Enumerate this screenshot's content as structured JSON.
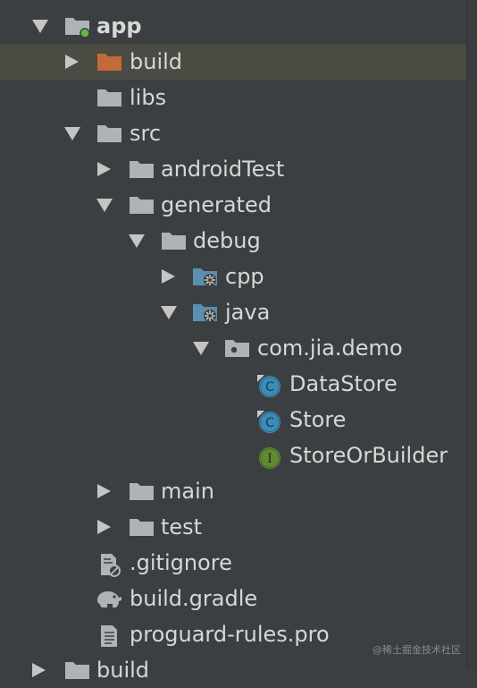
{
  "tree": {
    "root": "app",
    "build_folder": "build",
    "libs_folder": "libs",
    "src_folder": "src",
    "androidtest_folder": "androidTest",
    "generated_folder": "generated",
    "debug_folder": "debug",
    "cpp_folder": "cpp",
    "java_folder": "java",
    "package": "com.jia.demo",
    "class_datastore": "DataStore",
    "class_store": "Store",
    "interface_storeorbuilder": "StoreOrBuilder",
    "main_folder": "main",
    "test_folder": "test",
    "gitignore_file": ".gitignore",
    "gradle_file": "build.gradle",
    "proguard_file": "proguard-rules.pro",
    "next_module": "build"
  },
  "class_badge": "C",
  "interface_badge": "I",
  "colors": {
    "background": "#3c3f41",
    "selection": "#4b4a43",
    "folder": "#aeb3b6",
    "excluded_folder": "#c4693a",
    "class_icon": "#3d8bb6",
    "interface_icon": "#5e8a33",
    "module_dot": "#62b543"
  },
  "watermark": "@稀土掘金技术社区"
}
